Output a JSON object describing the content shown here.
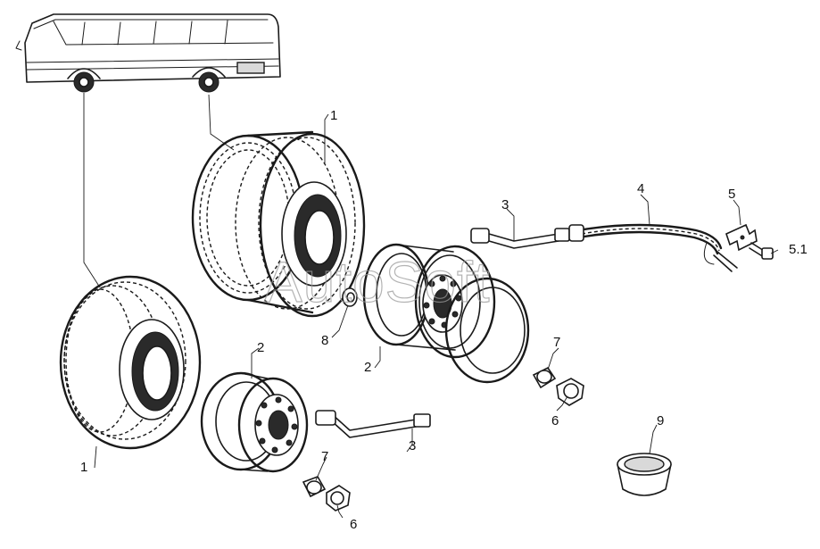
{
  "watermark": "AutoSoft",
  "callouts": {
    "c1_top": "1",
    "c1_bottom": "1",
    "c2_front": "2",
    "c2_rear": "2",
    "c3_top": "3",
    "c3_bottom": "3",
    "c4": "4",
    "c5": "5",
    "c5_1": "5.1",
    "c6_right": "6",
    "c6_bottom": "6",
    "c7_right": "7",
    "c7_bottom": "7",
    "c8": "8",
    "c9": "9"
  }
}
